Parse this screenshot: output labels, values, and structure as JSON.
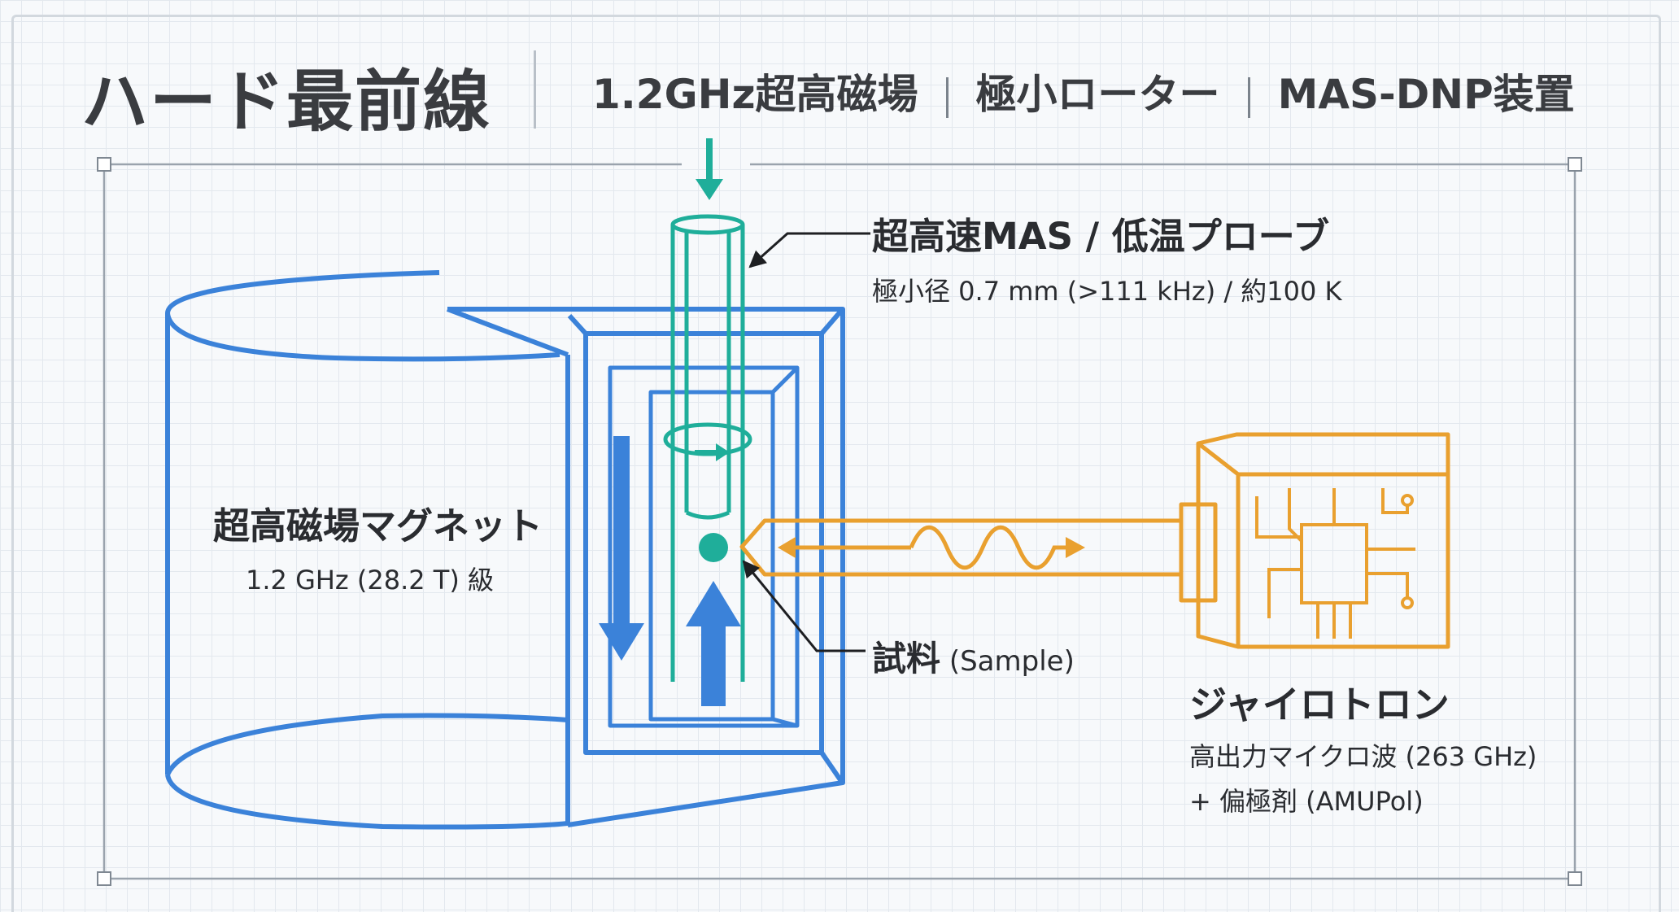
{
  "header": {
    "title": "ハード最前線",
    "subtitle_items": [
      "1.2GHz超高磁場",
      "極小ローター",
      "MAS-DNP装置"
    ]
  },
  "magnet": {
    "label": "超高磁場マグネット",
    "spec": "1.2 GHz (28.2 T) 級"
  },
  "probe": {
    "label": "超高速MAS / 低温プローブ",
    "spec": "極小径 0.7 mm (>111 kHz) / 約100 K"
  },
  "sample": {
    "label": "試料",
    "label_en": "(Sample)"
  },
  "gyrotron": {
    "label": "ジャイロトロン",
    "spec1": "高出力マイクロ波 (263 GHz)",
    "spec2": "+ 偏極剤 (AMUPol)"
  },
  "colors": {
    "magnet": "#3b82d9",
    "probe": "#1fae9a",
    "gyrotron": "#e9a02f",
    "text": "#2a2c30",
    "frame": "#9aa3ad"
  }
}
